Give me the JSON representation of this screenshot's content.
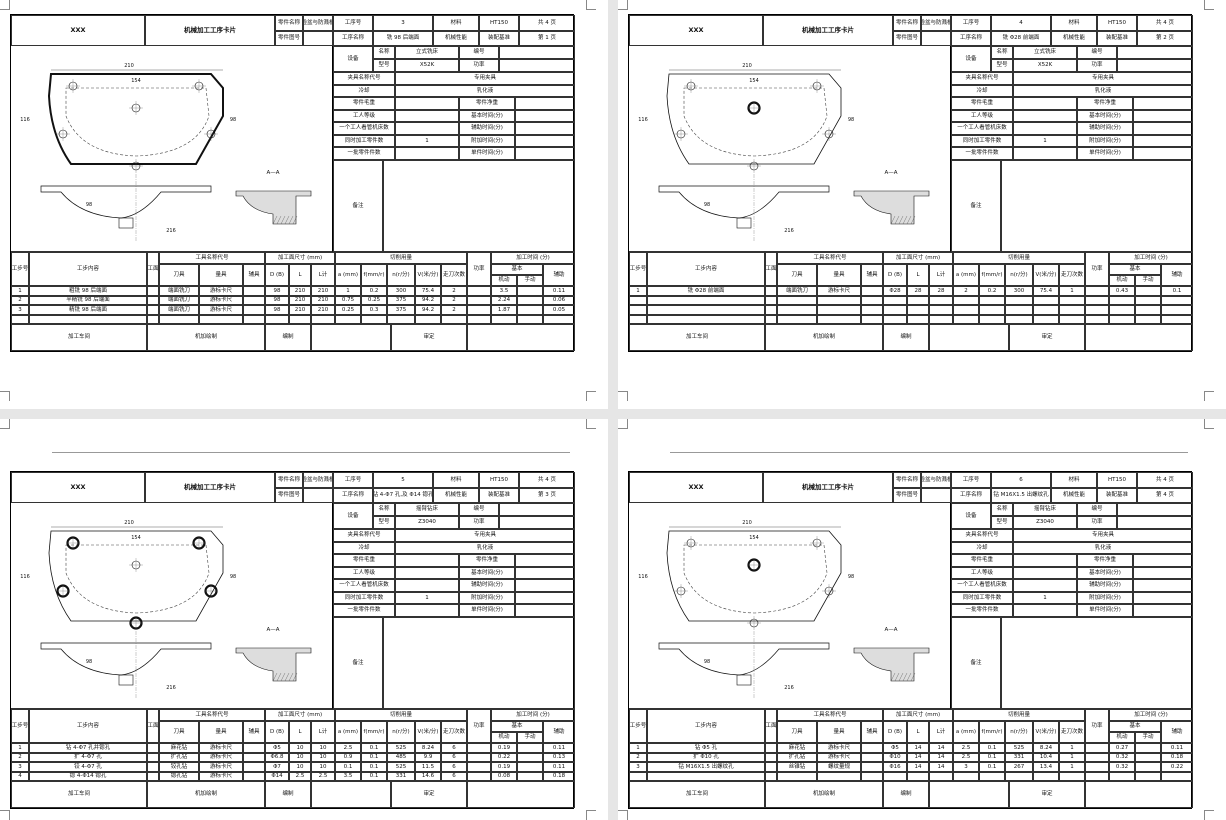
{
  "common": {
    "company": "XXX",
    "card_title": "机械加工工序卡片",
    "part_name_label": "零件名称",
    "part_name_value": "脸盆与防溅板",
    "part_no_label": "零件图号",
    "op_no_label": "工序号",
    "material_label": "材料",
    "material": "HT150",
    "total_label": "共 4 页",
    "op_name_label": "工序名称",
    "mech_label": "机械性能",
    "datum_label": "装配基准",
    "equip_label": "设备",
    "name_label": "名称",
    "no_label": "编号",
    "model_label": "型号",
    "power_label": "功率",
    "fixture_label": "夹具名称代号",
    "fixture_value": "专用夹具",
    "coolant_label": "冷却",
    "coolant_value": "乳化液",
    "blank_wt_label": "零件毛重",
    "net_wt_label": "零件净重",
    "grade_label": "工人等级",
    "basic_time_label": "基本时间(分)",
    "one_worker_label": "一个工人看管机床数",
    "aux_time_label": "辅助时间(分)",
    "simul_label": "同时加工零件数",
    "simul_value": "1",
    "service_time_label": "附加时间(分)",
    "batch_label": "一批零件件数",
    "unit_time_label": "单件时间(分)",
    "remarks_label": "备注",
    "step_no_label": "工步号",
    "step_content_label": "工步内容",
    "proc_face_label": "加工面号",
    "tool_group_label": "工具名称代号",
    "cutter_label": "刀具",
    "gauge_label": "量具",
    "aux_tool_label": "辅具",
    "size_group_label": "加工面尺寸 (mm)",
    "d_label": "D (B)",
    "l_label": "L",
    "lcalc_label": "L计",
    "cut_group_label": "切削用量",
    "ap_label": "a (mm)",
    "f_label": "f(mm/r)",
    "n_label": "n(r/分)",
    "v_label": "V(米/分)",
    "passes_label": "走刀次数",
    "power2_label": "功率",
    "time_group_label": "加工时间 (分)",
    "basic_label": "基本",
    "machine_label": "机动",
    "manual_label": "手动",
    "aux_label": "辅助",
    "workshop_label": "加工车间",
    "drafter_label": "机加绘制",
    "checker_label": "编制",
    "approver_label": "审定"
  },
  "annotations": {
    "section_label": "A—A",
    "dims": [
      "210",
      "98",
      "116",
      "154",
      "98",
      "216"
    ]
  },
  "pages": [
    {
      "op_no": "3",
      "page_no": "第 1 页",
      "op_name": "铣 98 后端面",
      "equip_name": "立式铣床",
      "equip_model": "X52K",
      "steps": [
        {
          "no": "1",
          "content": "粗铣 98 后端面",
          "cutter": "端面铣刀",
          "gauge": "游标卡尺",
          "d": "98",
          "l": "210",
          "lc": "210",
          "ap": "1",
          "f": "0.2",
          "n": "300",
          "v": "75.4",
          "passes": "2",
          "tm": "3.5",
          "aux": "0.11"
        },
        {
          "no": "2",
          "content": "半精铣 98 后端面",
          "cutter": "端面铣刀",
          "gauge": "游标卡尺",
          "d": "98",
          "l": "210",
          "lc": "210",
          "ap": "0.75",
          "f": "0.25",
          "n": "375",
          "v": "94.2",
          "passes": "2",
          "tm": "2.24",
          "aux": "0.06"
        },
        {
          "no": "3",
          "content": "精铣 98 后端面",
          "cutter": "端面铣刀",
          "gauge": "游标卡尺",
          "d": "98",
          "l": "210",
          "lc": "210",
          "ap": "0.25",
          "f": "0.3",
          "n": "375",
          "v": "94.2",
          "passes": "2",
          "tm": "1.87",
          "aux": "0.05"
        }
      ]
    },
    {
      "op_no": "4",
      "page_no": "第 2 页",
      "op_name": "铣 Φ28 前端面",
      "equip_name": "立式铣床",
      "equip_model": "X52K",
      "steps": [
        {
          "no": "1",
          "content": "铣 Φ28 前端面",
          "cutter": "端面铣刀",
          "gauge": "游标卡尺",
          "d": "Φ28",
          "l": "28",
          "lc": "28",
          "ap": "2",
          "f": "0.2",
          "n": "300",
          "v": "75.4",
          "passes": "1",
          "tm": "0.43",
          "aux": "0.1"
        }
      ]
    },
    {
      "op_no": "5",
      "page_no": "第 3 页",
      "op_name": "钻 4-Φ7 孔,及 Φ14 锪孔",
      "equip_name": "摇臂钻床",
      "equip_model": "Z3040",
      "steps": [
        {
          "no": "1",
          "content": "钻 4-Φ7 孔并锪孔",
          "cutter": "麻花钻",
          "gauge": "游标卡尺",
          "d": "Φ5",
          "l": "10",
          "lc": "10",
          "ap": "2.5",
          "f": "0.1",
          "n": "525",
          "v": "8.24",
          "passes": "6",
          "tm": "0.19",
          "aux": "0.11"
        },
        {
          "no": "2",
          "content": "扩 4-Φ7 孔",
          "cutter": "扩孔钻",
          "gauge": "游标卡尺",
          "d": "Φ6.8",
          "l": "10",
          "lc": "10",
          "ap": "0.9",
          "f": "0.1",
          "n": "485",
          "v": "9.9",
          "passes": "6",
          "tm": "0.22",
          "aux": "0.13"
        },
        {
          "no": "3",
          "content": "铰 4-Φ7 孔",
          "cutter": "铰孔钻",
          "gauge": "游标卡尺",
          "d": "Φ7",
          "l": "10",
          "lc": "10",
          "ap": "0.1",
          "f": "0.1",
          "n": "525",
          "v": "11.5",
          "passes": "6",
          "tm": "0.19",
          "aux": "0.11"
        },
        {
          "no": "4",
          "content": "锪 4-Φ14 锪孔",
          "cutter": "锪孔钻",
          "gauge": "游标卡尺",
          "d": "Φ14",
          "l": "2.5",
          "lc": "2.5",
          "ap": "3.5",
          "f": "0.1",
          "n": "331",
          "v": "14.6",
          "passes": "6",
          "tm": "0.08",
          "aux": "0.18"
        }
      ]
    },
    {
      "op_no": "6",
      "page_no": "第 4 页",
      "op_name": "钻 M16X1.5 出螺纹孔",
      "equip_name": "摇臂钻床",
      "equip_model": "Z3040",
      "steps": [
        {
          "no": "1",
          "content": "钻 Φ5 孔",
          "cutter": "麻花钻",
          "gauge": "游标卡尺",
          "d": "Φ5",
          "l": "14",
          "lc": "14",
          "ap": "2.5",
          "f": "0.1",
          "n": "525",
          "v": "8.24",
          "passes": "1",
          "tm": "0.27",
          "aux": "0.11"
        },
        {
          "no": "2",
          "content": "扩 Φ10 孔",
          "cutter": "扩孔钻",
          "gauge": "游标卡尺",
          "d": "Φ10",
          "l": "14",
          "lc": "14",
          "ap": "2.5",
          "f": "0.1",
          "n": "331",
          "v": "10.4",
          "passes": "1",
          "tm": "0.32",
          "aux": "0.18"
        },
        {
          "no": "3",
          "content": "钻 M16X1.5 出螺纹孔",
          "cutter": "丝锥钻",
          "gauge": "螺纹量规",
          "d": "Φ16",
          "l": "14",
          "lc": "14",
          "ap": "3",
          "f": "0.1",
          "n": "267",
          "v": "13.4",
          "passes": "1",
          "tm": "0.32",
          "aux": "0.22"
        }
      ]
    }
  ]
}
